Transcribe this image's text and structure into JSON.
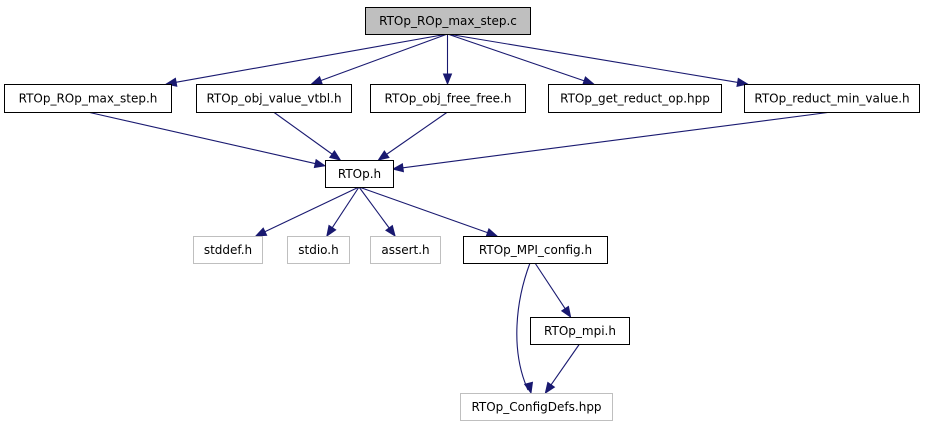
{
  "colors": {
    "root_fill": "#bfbfbf",
    "normal_border": "#000000",
    "external_border": "#bfbfbf",
    "edge": "#191970"
  },
  "nodes": [
    {
      "id": "root",
      "label": "RTOp_ROp_max_step.c",
      "kind": "root"
    },
    {
      "id": "rop_h",
      "label": "RTOp_ROp_max_step.h",
      "kind": "normal"
    },
    {
      "id": "vtbl_h",
      "label": "RTOp_obj_value_vtbl.h",
      "kind": "normal"
    },
    {
      "id": "free_h",
      "label": "RTOp_obj_free_free.h",
      "kind": "normal"
    },
    {
      "id": "getred_hpp",
      "label": "RTOp_get_reduct_op.hpp",
      "kind": "normal"
    },
    {
      "id": "redmin_h",
      "label": "RTOp_reduct_min_value.h",
      "kind": "normal"
    },
    {
      "id": "rtop_h",
      "label": "RTOp.h",
      "kind": "normal"
    },
    {
      "id": "stddef_h",
      "label": "stddef.h",
      "kind": "external"
    },
    {
      "id": "stdio_h",
      "label": "stdio.h",
      "kind": "external"
    },
    {
      "id": "assert_h",
      "label": "assert.h",
      "kind": "external"
    },
    {
      "id": "mpiconf_h",
      "label": "RTOp_MPI_config.h",
      "kind": "normal"
    },
    {
      "id": "mpi_h",
      "label": "RTOp_mpi.h",
      "kind": "normal"
    },
    {
      "id": "configdefs_hpp",
      "label": "RTOp_ConfigDefs.hpp",
      "kind": "external"
    }
  ],
  "edges": [
    {
      "from": "root",
      "to": "rop_h"
    },
    {
      "from": "root",
      "to": "vtbl_h"
    },
    {
      "from": "root",
      "to": "free_h"
    },
    {
      "from": "root",
      "to": "getred_hpp"
    },
    {
      "from": "root",
      "to": "redmin_h"
    },
    {
      "from": "rop_h",
      "to": "rtop_h"
    },
    {
      "from": "vtbl_h",
      "to": "rtop_h"
    },
    {
      "from": "free_h",
      "to": "rtop_h"
    },
    {
      "from": "redmin_h",
      "to": "rtop_h"
    },
    {
      "from": "rtop_h",
      "to": "stddef_h"
    },
    {
      "from": "rtop_h",
      "to": "stdio_h"
    },
    {
      "from": "rtop_h",
      "to": "assert_h"
    },
    {
      "from": "rtop_h",
      "to": "mpiconf_h"
    },
    {
      "from": "mpiconf_h",
      "to": "mpi_h"
    },
    {
      "from": "mpiconf_h",
      "to": "configdefs_hpp"
    },
    {
      "from": "mpi_h",
      "to": "configdefs_hpp"
    }
  ]
}
